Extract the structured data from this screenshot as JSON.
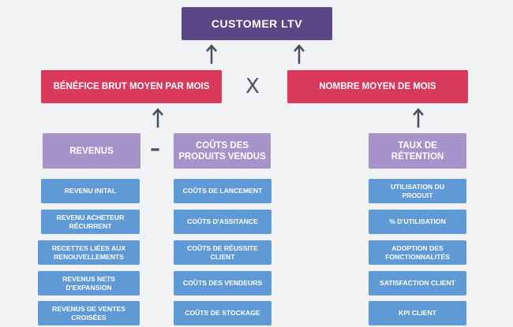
{
  "top": {
    "label": "CUSTOMER LTV"
  },
  "operators": {
    "multiply": "X",
    "minus": "–"
  },
  "level2": {
    "left": "BÉNÉFICE BRUT MOYEN PAR MOIS",
    "right": "NOMBRE MOYEN DE MOIS"
  },
  "level3": {
    "revenus": "REVENUS",
    "couts": "COÛTS DES PRODUITS VENDUS",
    "retention": "TAUX DE RÉTENTION"
  },
  "revenus_items": [
    "REVENU INITAL",
    "REVENU ACHETEUR RÉCURRENT",
    "RECETTES LIÉES AUX RENOUVELLEMENTS",
    "REVENUS NETS D'EXPANSION",
    "REVENUS DE VENTES CROISÉES"
  ],
  "couts_items": [
    "COÛTS DE LANCEMENT",
    "COÛTS D'ASSITANCE",
    "COÛTS DE RÉUSSITE CLIENT",
    "COÛTS DES VENDEURS",
    "COÛTS DE STOCKAGE"
  ],
  "retention_items": [
    "UTILISATION DU PRODUIT",
    "% D'UTILISATION",
    "ADOPTION DES FONCTIONNALITÉS",
    "SATISFACTION CLIENT",
    "KPI CLIENT"
  ],
  "colors": {
    "title": "#5b4687",
    "primary": "#d93a5c",
    "secondary": "#a792c9",
    "leaf": "#5f9ad7",
    "arrow": "#4a4f5a"
  }
}
